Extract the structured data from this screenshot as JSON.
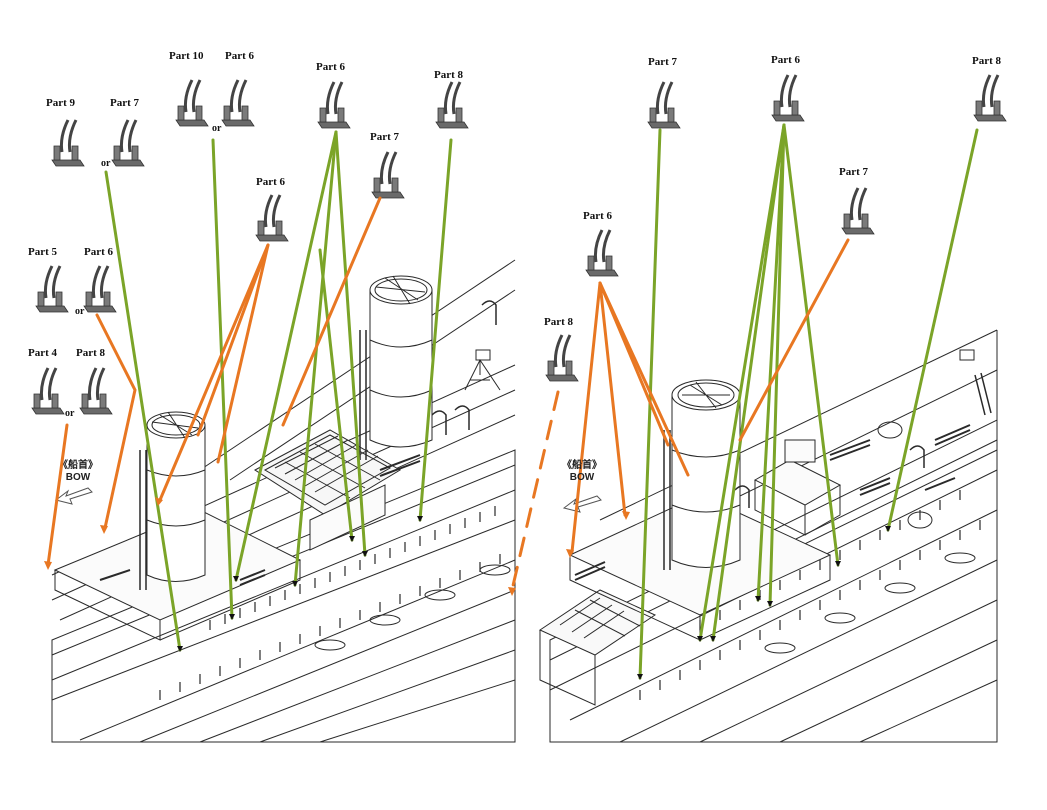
{
  "labels": {
    "part4": "Part 4",
    "part5": "Part 5",
    "part6": "Part 6",
    "part7": "Part 7",
    "part8": "Part 8",
    "part9": "Part 9",
    "part10": "Part 10",
    "or": "or",
    "bow_cn": "《船首》",
    "bow_en": "BOW"
  },
  "colors": {
    "green": "#7ba428",
    "orange": "#e87722",
    "line": "#2a2a2a",
    "fitting": "#555555"
  },
  "panels": [
    {
      "name": "left-view",
      "parts": [
        "Part 9",
        "Part 7",
        "Part 10",
        "Part 6",
        "Part 6",
        "Part 8",
        "Part 7",
        "Part 6",
        "Part 5",
        "Part 6",
        "Part 4",
        "Part 8"
      ]
    },
    {
      "name": "right-view",
      "parts": [
        "Part 7",
        "Part 6",
        "Part 8",
        "Part 7",
        "Part 6",
        "Part 8"
      ]
    }
  ]
}
